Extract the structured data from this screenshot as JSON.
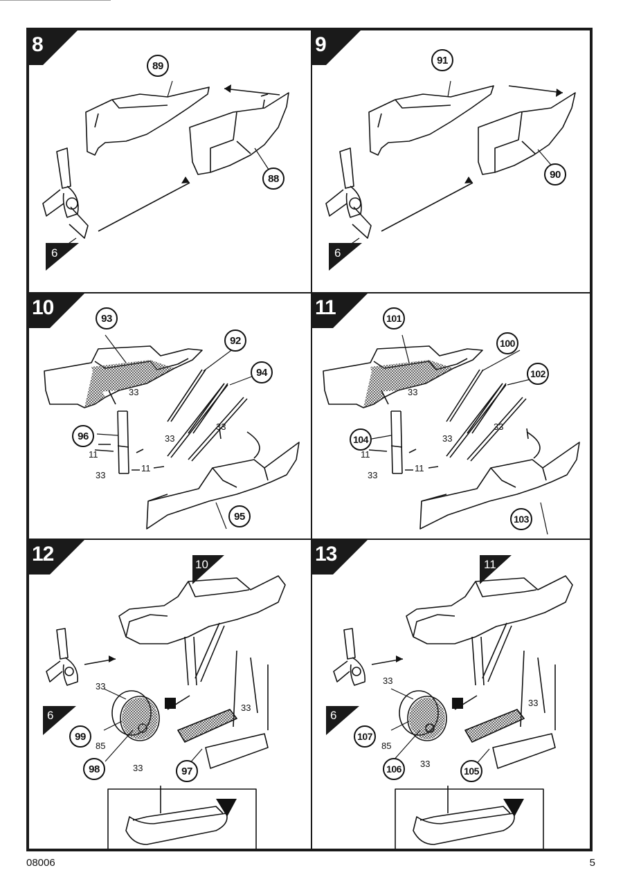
{
  "page": {
    "catalog_number": "08006",
    "page_number": "5"
  },
  "steps": [
    {
      "number": "8",
      "ref": "6",
      "callouts": [
        "89",
        "88"
      ]
    },
    {
      "number": "9",
      "ref": "6",
      "callouts": [
        "91",
        "90"
      ]
    },
    {
      "number": "10",
      "callouts": [
        "93",
        "92",
        "94",
        "96",
        "95"
      ],
      "labels": [
        "33",
        "33",
        "33",
        "11",
        "11",
        "33"
      ]
    },
    {
      "number": "11",
      "callouts": [
        "101",
        "100",
        "102",
        "104",
        "103"
      ],
      "labels": [
        "33",
        "33",
        "33",
        "11",
        "11",
        "33"
      ]
    },
    {
      "number": "12",
      "ref": "6",
      "ref_top": "10",
      "callouts": [
        "99",
        "98",
        "97"
      ],
      "labels": [
        "33",
        "85",
        "33",
        "33"
      ]
    },
    {
      "number": "13",
      "ref": "6",
      "ref_top": "11",
      "callouts": [
        "107",
        "106",
        "105"
      ],
      "labels": [
        "33",
        "85",
        "33",
        "33"
      ]
    }
  ]
}
